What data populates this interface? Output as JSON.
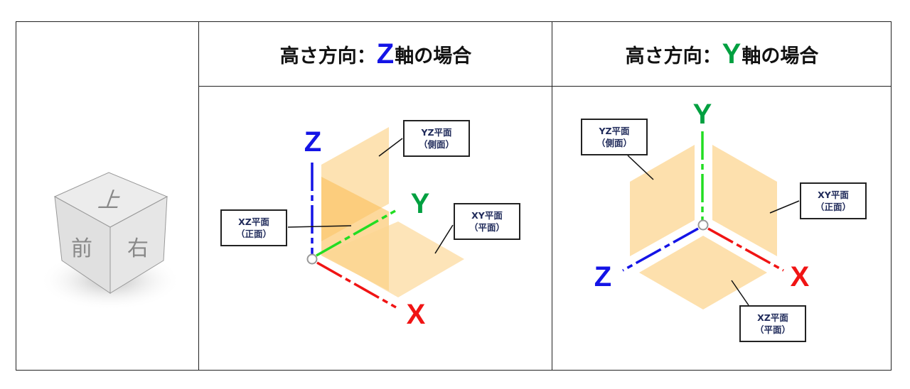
{
  "cube": {
    "top": "上",
    "front": "前",
    "right": "右"
  },
  "panels": [
    {
      "title_pre": "高さ方向：",
      "axis": "Z",
      "title_post": "軸の場合",
      "axis_color": "#1414e6",
      "axes": {
        "x": "X",
        "y": "Y",
        "z": "Z"
      },
      "labels": [
        {
          "name": "YZ平面",
          "sub": "（側面）"
        },
        {
          "name": "XZ平面",
          "sub": "（正面）"
        },
        {
          "name": "XY平面",
          "sub": "（平面）"
        }
      ]
    },
    {
      "title_pre": "高さ方向：",
      "axis": "Y",
      "title_post": "軸の場合",
      "axis_color": "#00a040",
      "axes": {
        "x": "X",
        "y": "Y",
        "z": "Z"
      },
      "labels": [
        {
          "name": "YZ平面",
          "sub": "（側面）"
        },
        {
          "name": "XY平面",
          "sub": "（正面）"
        },
        {
          "name": "XZ平面",
          "sub": "（平面）"
        }
      ]
    }
  ],
  "colors": {
    "x": "#f01414",
    "y_z_up": "#00a040",
    "y_line": "#22dd22",
    "z": "#1414e6",
    "plane": "#fcd592"
  }
}
